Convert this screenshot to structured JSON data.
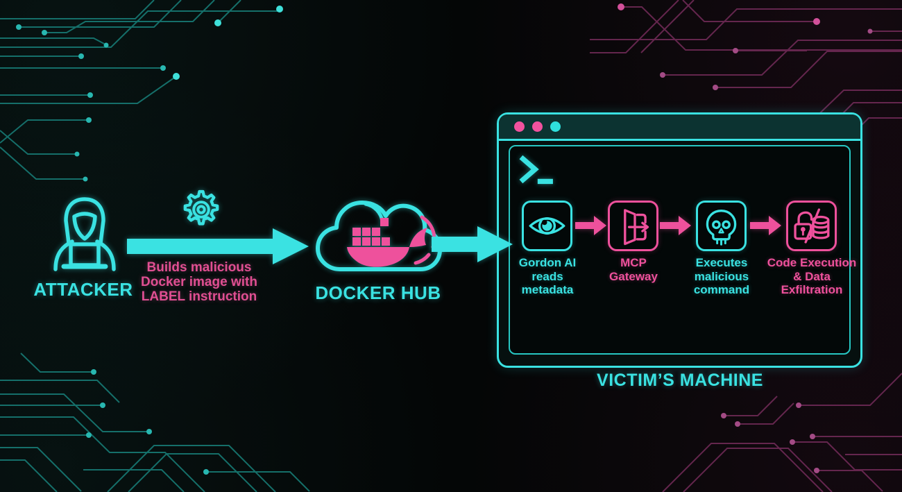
{
  "colors": {
    "cyan": "#3ae2e2",
    "pink": "#ee519c",
    "background": "#040606",
    "titlebar_background": "#0c3331",
    "window_dot_colors": [
      "#f1529e",
      "#f1529e",
      "#2fe0dd"
    ]
  },
  "attacker": {
    "label": "ATTACKER",
    "icon": "hooded-hacker-laptop-icon"
  },
  "build_step": {
    "icon": "gear-icon",
    "lines": [
      "Builds malicious",
      "Docker image with",
      "LABEL instruction"
    ]
  },
  "docker_hub": {
    "label": "DOCKER HUB",
    "icon": "cloud-docker-whale-icon"
  },
  "victim_machine": {
    "label": "VICTIM’S MACHINE",
    "terminal_prompt": ">_",
    "steps": [
      {
        "icon": "eye-icon",
        "color": "cyan",
        "lines": [
          "Gordon AI",
          "reads",
          "metadata"
        ]
      },
      {
        "icon": "gateway-door-arrow-icon",
        "color": "pink",
        "lines": [
          "MCP",
          "Gateway"
        ]
      },
      {
        "icon": "skull-icon",
        "color": "cyan",
        "lines": [
          "Executes",
          "malicious",
          "command"
        ]
      },
      {
        "icon": "unlocked-padlock-database-icon",
        "color": "pink",
        "lines": [
          "Code Execution",
          "& Data",
          "Exfiltration"
        ]
      }
    ]
  }
}
